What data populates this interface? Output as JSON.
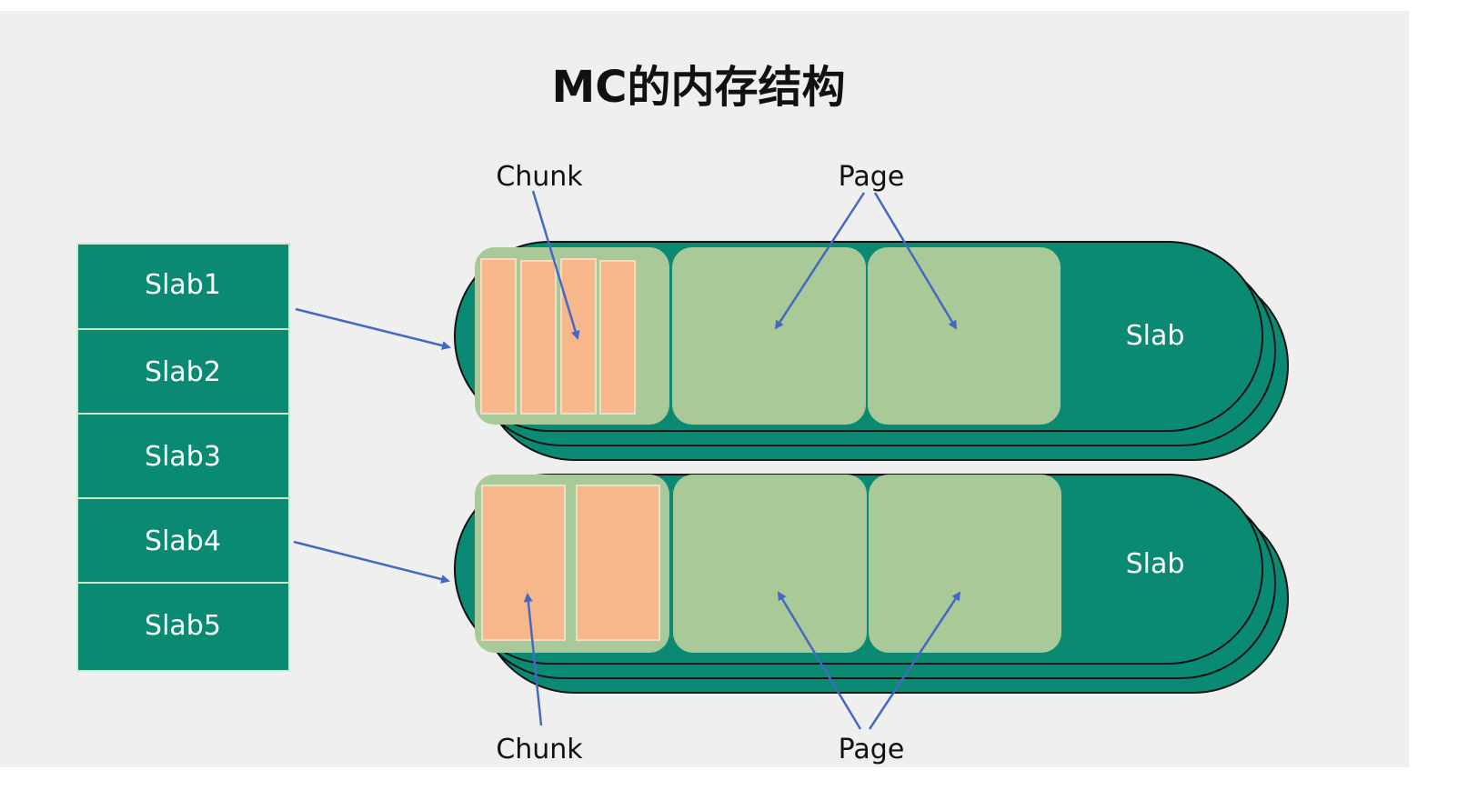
{
  "title": "MC的内存结构",
  "labels": {
    "chunk_top": "Chunk",
    "page_top": "Page",
    "chunk_bottom": "Chunk",
    "page_bottom": "Page"
  },
  "slab_list": [
    "Slab1",
    "Slab2",
    "Slab3",
    "Slab4",
    "Slab5"
  ],
  "slab_group_label": "Slab",
  "slab_groups": [
    {
      "label": "Slab",
      "source_index": 0,
      "chunks_in_first_page": 4
    },
    {
      "label": "Slab",
      "source_index": 3,
      "chunks_in_first_page": 2
    }
  ],
  "colors": {
    "background": "#efefef",
    "slab_green": "#0a8a72",
    "page_green": "#aac999",
    "chunk_orange": "#f6b88a",
    "chunk_border": "#f3dcc4",
    "arrow_blue": "#4569c2",
    "text_white": "#ffffff",
    "text_dark": "#111111"
  }
}
